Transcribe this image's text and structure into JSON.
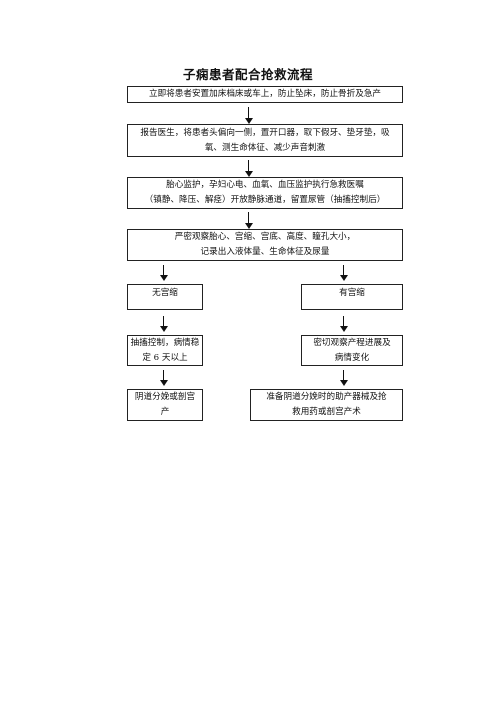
{
  "title": "子痫患者配合抢救流程",
  "steps": {
    "s1": {
      "lines": [
        "立即将患者安置加床档床或车上，防止坠床，防止骨折及急产"
      ]
    },
    "s2": {
      "lines": [
        "报告医生，将患者头偏向一侧，置开口器，取下假牙、垫牙垫，吸",
        "氧、测生命体征、减少声音刺激"
      ]
    },
    "s3": {
      "lines": [
        "胎心监护，孕妇心电、血氧、血压监护执行急救医嘱",
        "（镇静、降压、解痉）开放静脉通道，留置尿管（抽搐控制后）"
      ]
    },
    "s4": {
      "lines": [
        "严密观察胎心、宫缩、宫底、高度、瞳孔大小，",
        "记录出入液体量、生命体征及尿量"
      ]
    }
  },
  "left_branch": {
    "b1": {
      "lines": [
        "无宫缩"
      ]
    },
    "b2": {
      "lines": [
        "抽搐控制，病情稳",
        "定 6 天以上"
      ]
    },
    "b3": {
      "lines": [
        "阴道分娩或剖宫",
        "产"
      ]
    }
  },
  "right_branch": {
    "b1": {
      "lines": [
        "有宫缩"
      ]
    },
    "b2": {
      "lines": [
        "密切观察产程进展及",
        "病情变化"
      ]
    },
    "b3": {
      "lines": [
        "准备阴道分娩时的助产器械及抢",
        "救用药或剖宫产术"
      ]
    }
  }
}
